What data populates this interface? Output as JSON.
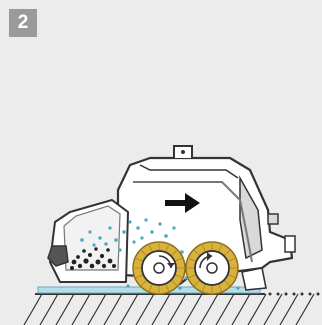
{
  "step": {
    "number": "2"
  },
  "colors": {
    "background": "#ececec",
    "badge": "#9a9a9a",
    "outline": "#333333",
    "body_fill": "#ffffff",
    "body_shade": "#d9d9d9",
    "brush_yellow": "#d8b23c",
    "water_blue": "#4aa6c2",
    "floor_water": "#b7dde6",
    "dirt": "#222222"
  },
  "illustration": {
    "machine": "floor-scrubber",
    "arrow_direction": "right",
    "brush_count": 2,
    "hopper_contains": "dirt-and-water"
  }
}
